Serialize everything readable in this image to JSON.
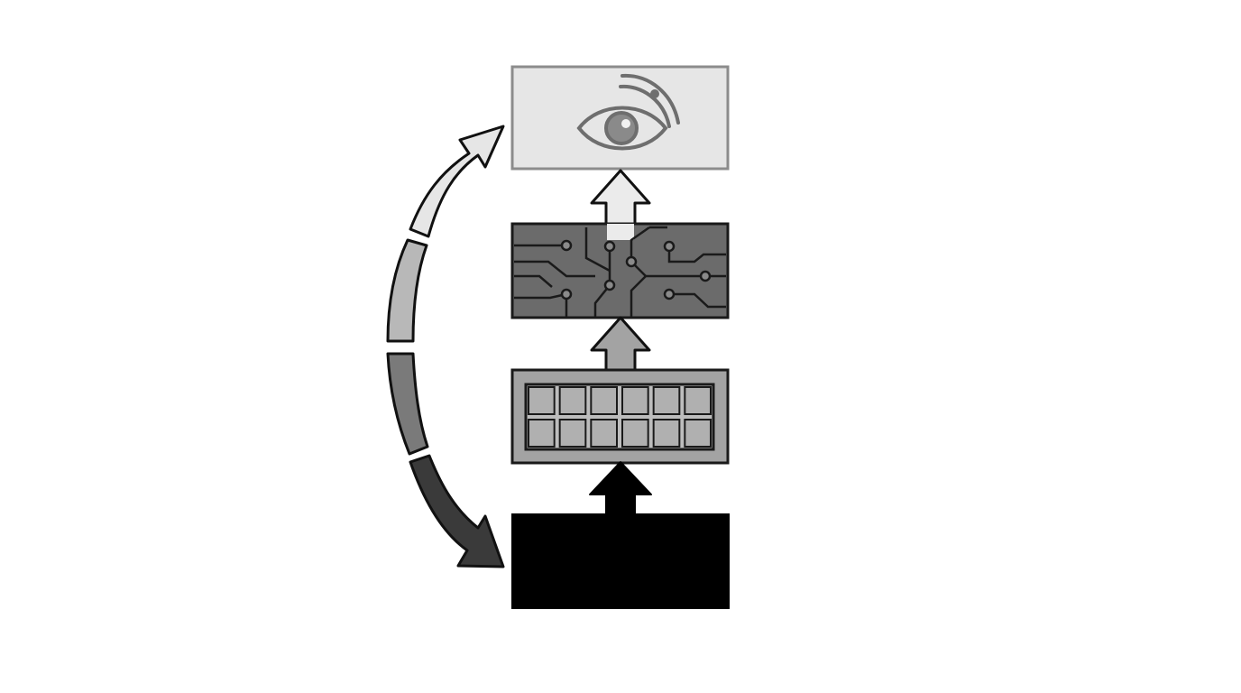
{
  "diagram": {
    "layers": [
      {
        "id": "top",
        "name": "perception-layer",
        "icon": "eye-sensor-icon",
        "fill": "#e6e6e6",
        "stroke": "#8c8c8c"
      },
      {
        "id": "upper-mid",
        "name": "processing-layer",
        "icon": "circuit-board-icon",
        "fill": "#6b6b6b",
        "stroke": "#1a1a1a"
      },
      {
        "id": "lower-mid",
        "name": "grid-layer",
        "icon": "grid-cells-icon",
        "fill": "#a3a3a3",
        "stroke": "#1a1a1a"
      },
      {
        "id": "bottom",
        "name": "base-layer",
        "icon": "",
        "fill": "#000000",
        "stroke": "#000000"
      }
    ],
    "grid_cells": {
      "rows": 2,
      "cols": 6
    },
    "feedback_loop": {
      "segments": [
        "#e6e6e6",
        "#b3b3b3",
        "#7a7a7a",
        "#3a3a3a"
      ]
    }
  }
}
